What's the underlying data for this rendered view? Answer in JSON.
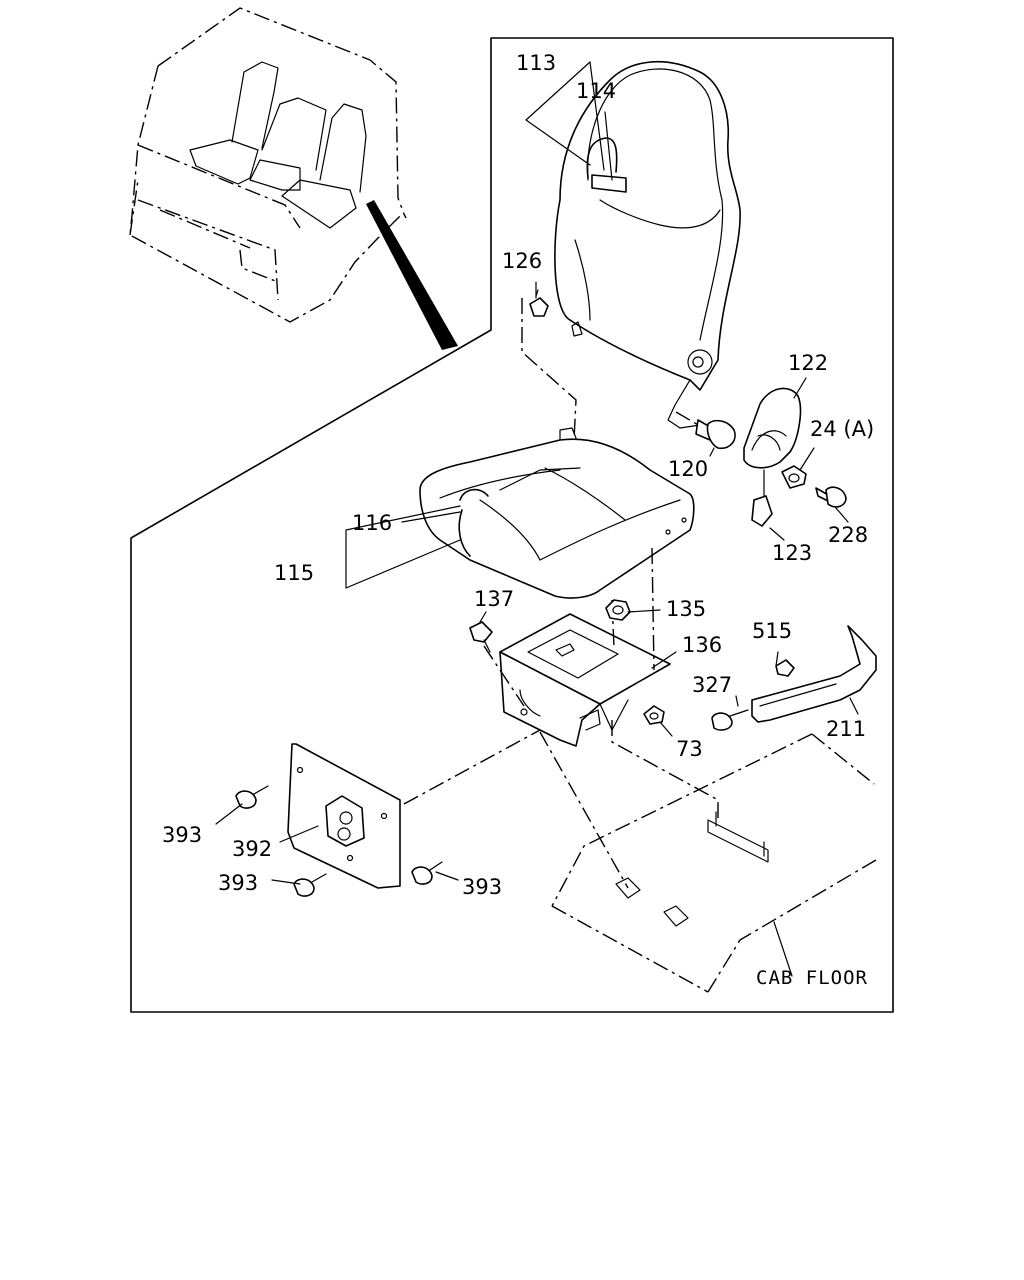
{
  "labels": {
    "p113": "113",
    "p114": "114",
    "p126": "126",
    "p122": "122",
    "p24a": "24 (A)",
    "p120": "120",
    "p228": "228",
    "p123": "123",
    "p116": "116",
    "p115": "115",
    "p137": "137",
    "p135": "135",
    "p136": "136",
    "p515": "515",
    "p327": "327",
    "p211": "211",
    "p73": "73",
    "p393a": "393",
    "p392": "392",
    "p393b": "393",
    "p393c": "393",
    "cab_floor": "CAB FLOOR"
  },
  "icons": {
    "cab_overview": "truck-cab-overview-icon",
    "seat_back": "seat-back-icon",
    "seat_cushion": "seat-cushion-icon",
    "bracket": "seat-bracket-icon",
    "side_panel": "side-panel-icon",
    "floor": "cab-floor-icon"
  }
}
